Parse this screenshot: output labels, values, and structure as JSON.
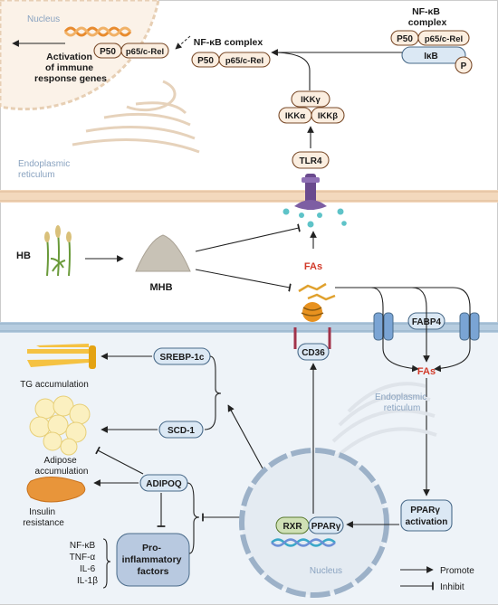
{
  "labels": {
    "nucleus_top": "Nucleus",
    "activation": [
      "Activation",
      "of immune",
      "response genes"
    ],
    "p50": "P50",
    "p65": "p65/c-Rel",
    "nfkb_complex_mid": "NF-κB complex",
    "nfkb_complex_tr": [
      "NF-κB",
      "complex"
    ],
    "ikb": "IκB",
    "p": "P",
    "ikkg": "IKKγ",
    "ikka": "IKKα",
    "ikkb": "IKKβ",
    "er_top": [
      "Endoplasmic",
      "reticulum"
    ],
    "tlr4": "TLR4",
    "hb": "HB",
    "mhb": "MHB",
    "fas": "FAs",
    "fabp4": "FABP4",
    "fas2": "FAs",
    "cd36": "CD36",
    "srebp": "SREBP-1c",
    "scd": "SCD-1",
    "tg": "TG accumulation",
    "adipose": [
      "Adipose",
      "accumulation"
    ],
    "adipoq": "ADIPOQ",
    "insulin": [
      "Insulin",
      "resistance"
    ],
    "factors": [
      "NF-κB",
      "TNF-α",
      "IL-6",
      "IL-1β"
    ],
    "proinf": [
      "Pro-",
      "inflammatory",
      "factors"
    ],
    "er_bottom": [
      "Endoplasmic",
      "reticulum"
    ],
    "rxr": "RXR",
    "ppar": "PPARγ",
    "ppar_act": [
      "PPARγ",
      "activation"
    ],
    "nucleus_bottom": "Nucleus",
    "promote": "Promote",
    "inhibit": "Inhibit"
  },
  "colors": {
    "membrane": "#f3d9bd",
    "cytoplasm_bottom": "#eef3f8",
    "membrane_blue": "#b7cde0",
    "nucleus_fill": "#e4ebf2",
    "nucleus_rim": "#9cb1c8",
    "fas_red": "#d23b2a",
    "pill_fill": "#fbeee0",
    "blue_pill": "#dbe8f4"
  }
}
